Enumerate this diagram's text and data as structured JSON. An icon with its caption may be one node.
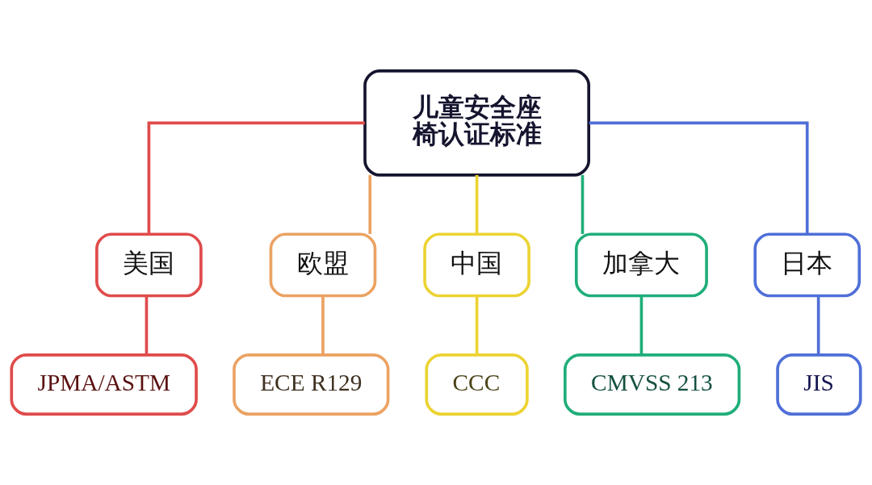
{
  "diagram": {
    "nodes": [
      {
        "text": [
          "儿童安全座椅认证标准"
        ]
      },
      {
        "text": [
          "美国"
        ]
      },
      {
        "text": [
          "欧盟"
        ]
      },
      {
        "text": [
          "中国"
        ]
      },
      {
        "text": [
          "加拿大"
        ]
      },
      {
        "text": [
          "日本"
        ]
      },
      {
        "text": [
          "JPMA/ASTM"
        ]
      },
      {
        "text": [
          "ECE R129"
        ]
      },
      {
        "text": [
          "CCC"
        ]
      },
      {
        "text": [
          "CMVSS 213"
        ]
      },
      {
        "text": [
          "JIS"
        ]
      }
    ],
    "edges": [
      {
        "from": 0,
        "to": 1,
        "arrow": "none",
        "color": "#e04b4b"
      },
      {
        "from": 0,
        "to": 2,
        "arrow": "none",
        "color": "#eba262"
      },
      {
        "from": 0,
        "to": 3,
        "arrow": "none",
        "color": "#ecd332"
      },
      {
        "from": 0,
        "to": 4,
        "arrow": "none",
        "color": "#1fae7a"
      },
      {
        "from": 0,
        "to": 5,
        "arrow": "none",
        "color": "#4f6fd8"
      },
      {
        "from": 1,
        "to": 6,
        "arrow": "none",
        "color": "#e04b4b"
      },
      {
        "from": 2,
        "to": 7,
        "arrow": "none",
        "color": "#eba262"
      },
      {
        "from": 3,
        "to": 8,
        "arrow": "none",
        "color": "#ecd332"
      },
      {
        "from": 4,
        "to": 9,
        "arrow": "none",
        "color": "#1fae7a"
      },
      {
        "from": 5,
        "to": 10,
        "arrow": "none",
        "color": "#4f6fd8"
      }
    ]
  }
}
